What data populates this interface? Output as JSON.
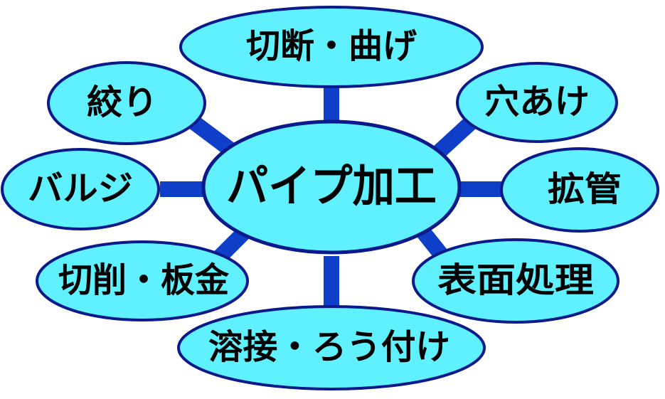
{
  "diagram": {
    "center": {
      "label": "パイプ加工"
    },
    "nodes": {
      "cutting_bending": {
        "label": "切断・曲げ"
      },
      "punching": {
        "label": "穴あけ"
      },
      "expanding": {
        "label": "拡管"
      },
      "surface": {
        "label": "表面処理"
      },
      "welding": {
        "label": "溶接・ろう付け"
      },
      "machining": {
        "label": "切削・板金"
      },
      "bulge": {
        "label": "バルジ"
      },
      "drawing": {
        "label": "絞り"
      }
    },
    "colors": {
      "node_fill": "#5ff1ff",
      "node_stroke": "#0a1a8a",
      "connector": "#0f3fc8",
      "text": "#000000"
    }
  }
}
